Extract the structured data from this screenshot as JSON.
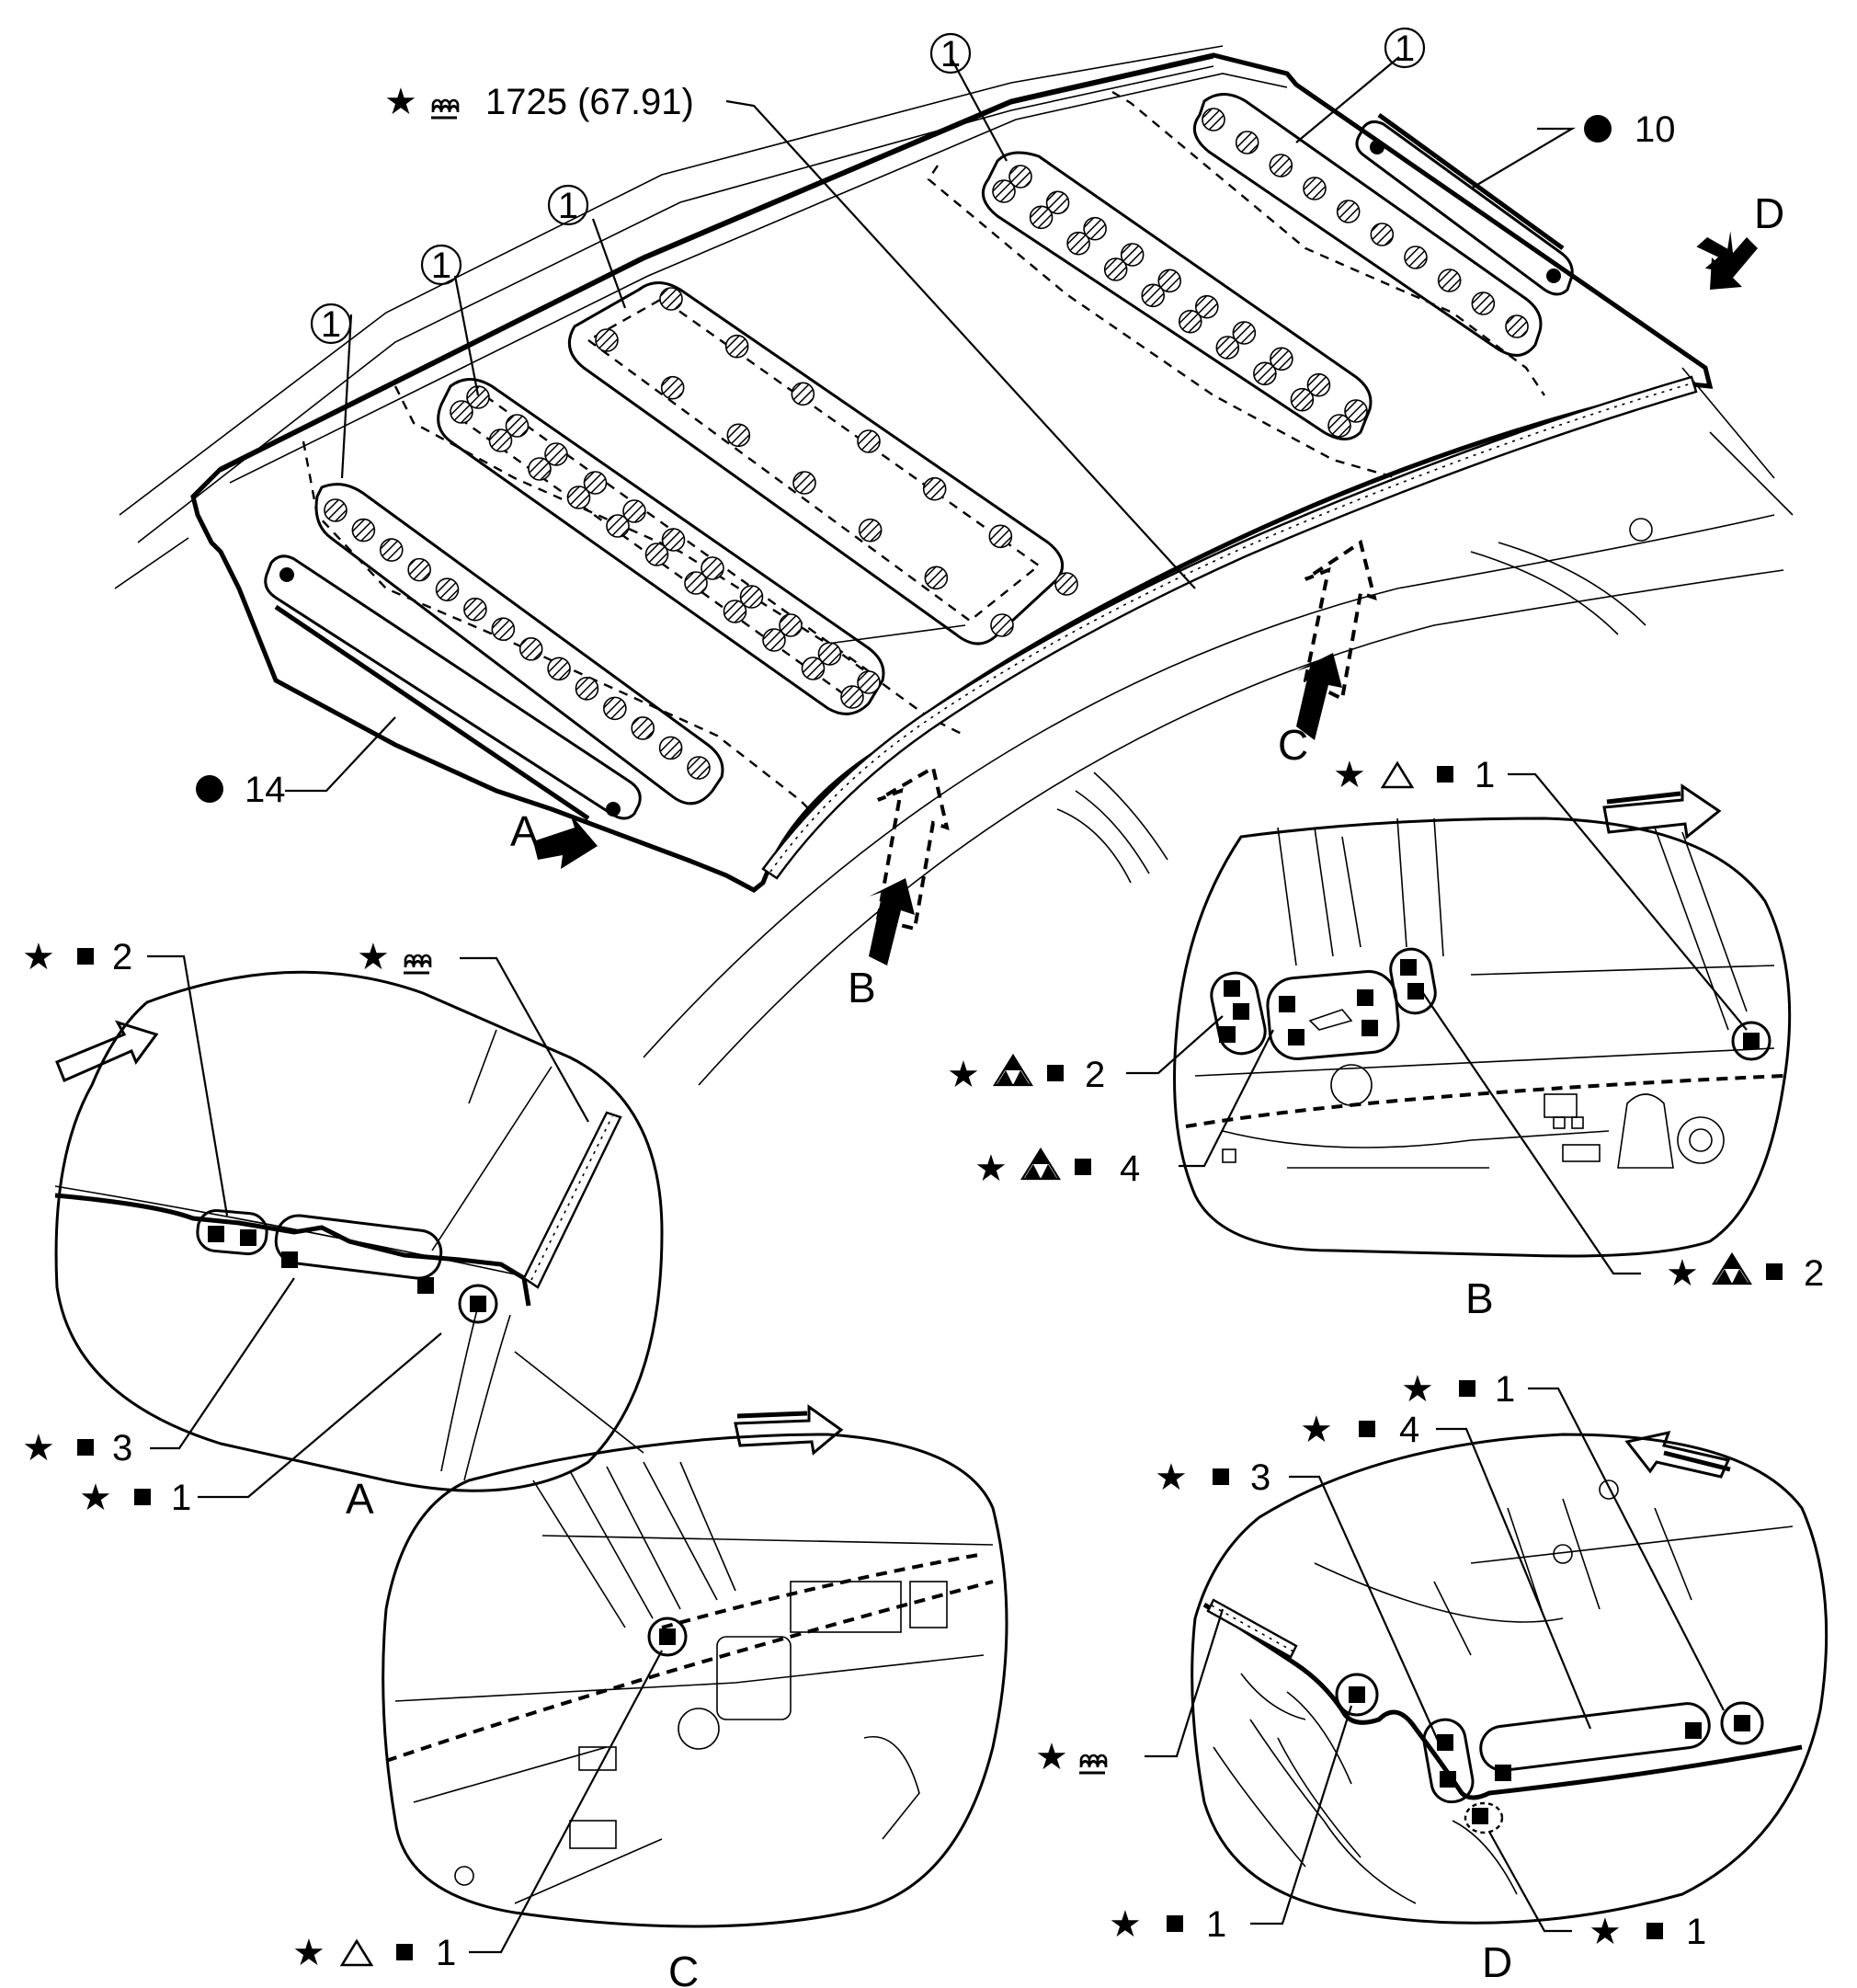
{
  "main_view": {
    "circled_part_no": "1",
    "dimension_label": "1725 (67.91)",
    "right_stiffener_count": "10",
    "left_stiffener_count": "14"
  },
  "view_letters": {
    "a": "A",
    "b": "B",
    "c": "C",
    "d": "D"
  },
  "detail_a": {
    "callout_count_2": "2",
    "callout_count_3": "3",
    "callout_count_1": "1",
    "caption": "A"
  },
  "detail_b": {
    "callout_top_1": "1",
    "callout_left_2": "2",
    "callout_left_4": "4",
    "callout_right_2": "2",
    "caption": "B"
  },
  "detail_c": {
    "callout_1": "1",
    "caption": "C"
  },
  "detail_d": {
    "callout_1_top": "1",
    "callout_4": "4",
    "callout_3": "3",
    "callout_1_bottom_left": "1",
    "callout_1_bottom_right": "1",
    "caption": "D"
  },
  "symbols": {
    "star": "★",
    "square": "■",
    "dot": "●",
    "triangle_open": "△",
    "triangle_fill": "▲"
  }
}
